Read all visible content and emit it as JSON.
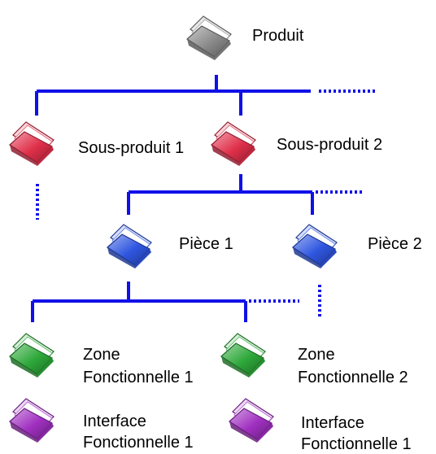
{
  "nodes": {
    "produit": {
      "label": "Produit",
      "color": "gray"
    },
    "sous_produit_1": {
      "label": "Sous-produit 1",
      "color": "red"
    },
    "sous_produit_2": {
      "label": "Sous-produit 2",
      "color": "red"
    },
    "piece_1": {
      "label": "Pièce 1",
      "color": "blue"
    },
    "piece_2": {
      "label": "Pièce 2",
      "color": "blue"
    },
    "zone_1": {
      "line1": "Zone",
      "line2": "Fonctionnelle 1",
      "color": "green"
    },
    "zone_2": {
      "line1": "Zone",
      "line2": "Fonctionnelle  2",
      "color": "green"
    },
    "interface_1": {
      "line1": "Interface",
      "line2": "Fonctionnelle 1",
      "color": "purple"
    },
    "interface_2": {
      "line1": "Interface",
      "line2": "Fonctionnelle 1",
      "color": "purple"
    }
  },
  "colors": {
    "connector": "#1010e8",
    "gray": "#8a8a8a",
    "red": "#e0304a",
    "blue": "#2f56e0",
    "green": "#2ea83a",
    "purple": "#a030c0"
  }
}
